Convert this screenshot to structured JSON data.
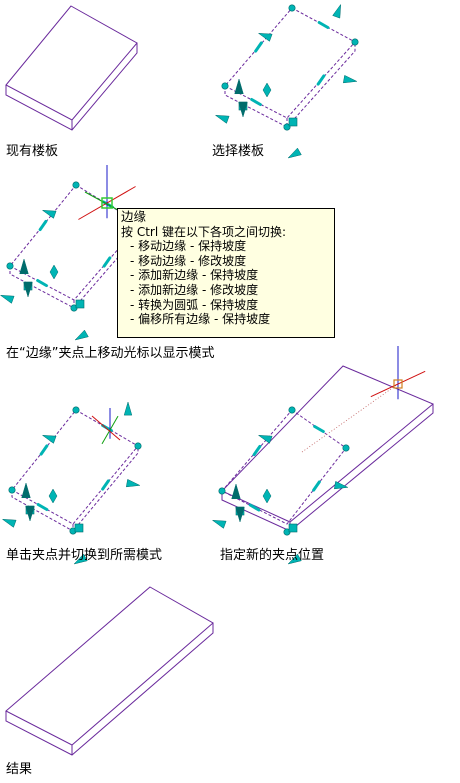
{
  "captions": {
    "existing_slab": "现有楼板",
    "select_slab": "选择楼板",
    "hover_edge_grip": "在“边缘”夹点上移动光标以显示模式",
    "click_and_toggle": "单击夹点并切换到所需模式",
    "specify_new_location": "指定新的夹点位置",
    "result": "结果"
  },
  "tooltip": {
    "title": "边缘",
    "instruction": "按 Ctrl 键在以下各项之间切换:",
    "items": [
      "- 移动边缘 - 保持坡度",
      "- 移动边缘 - 修改坡度",
      "- 添加新边缘 - 保持坡度",
      "- 添加新边缘 - 修改坡度",
      "- 转换为圆弧 - 保持坡度",
      "- 偏移所有边缘 - 保持坡度"
    ]
  },
  "colors": {
    "slab_outline": "#6a2a9c",
    "grip": "#00b4b4",
    "grip_dark": "#006c6c",
    "crosshair_vertical": "#1a1ac8",
    "crosshair_horizontal": "#d01010",
    "crosshair_green": "#10a010",
    "hover_grip": "#33cc33",
    "tooltip_bg": "#ffffe1"
  }
}
